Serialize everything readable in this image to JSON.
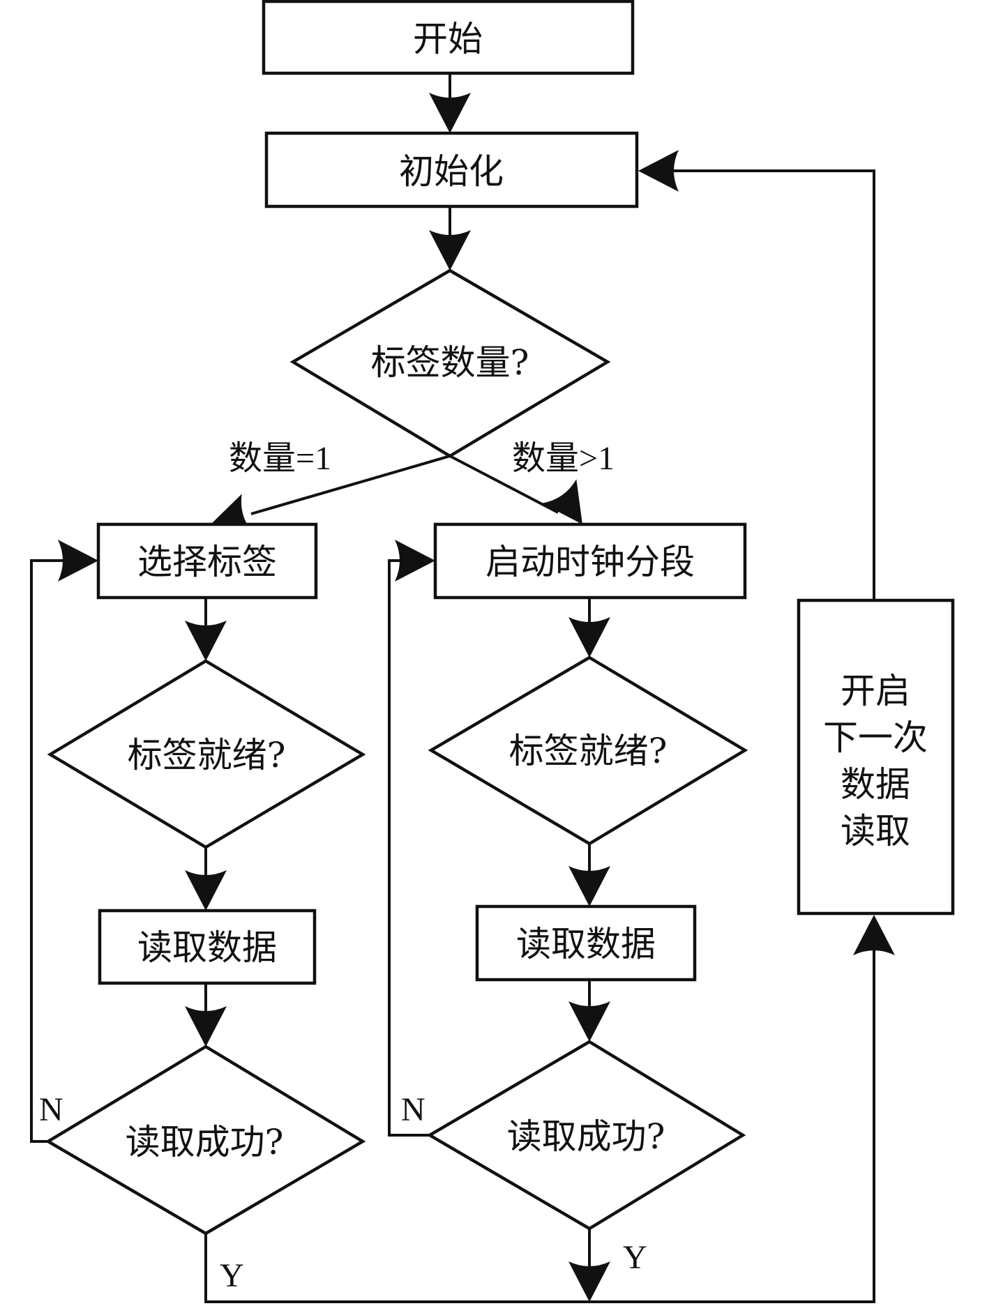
{
  "diagram": {
    "type": "flowchart",
    "colors": {
      "stroke": "#111111",
      "fill": "#ffffff",
      "background": "#ffffff"
    },
    "nodes": {
      "start": {
        "label": "开始",
        "shape": "rect"
      },
      "init": {
        "label": "初始化",
        "shape": "rect"
      },
      "tag_count": {
        "label": "标签数量?",
        "shape": "diamond"
      },
      "select_tag": {
        "label": "选择标签",
        "shape": "rect"
      },
      "start_clock": {
        "label": "启动时钟分段",
        "shape": "rect"
      },
      "tag_ready_left": {
        "label": "标签就绪?",
        "shape": "diamond"
      },
      "tag_ready_right": {
        "label": "标签就绪?",
        "shape": "diamond"
      },
      "read_data_left": {
        "label": "读取数据",
        "shape": "rect"
      },
      "read_data_right": {
        "label": "读取数据",
        "shape": "rect"
      },
      "read_ok_left": {
        "label": "读取成功?",
        "shape": "diamond"
      },
      "read_ok_right": {
        "label": "读取成功?",
        "shape": "diamond"
      },
      "next_read": {
        "lines": [
          "开启",
          "下一次",
          "数据",
          "读取"
        ],
        "shape": "rect"
      }
    },
    "edge_labels": {
      "count_eq_1": "数量=1",
      "count_gt_1": "数量>1",
      "no_left": "N",
      "no_right": "N",
      "yes_left": "Y",
      "yes_right": "Y"
    },
    "edges": [
      {
        "from": "start",
        "to": "init"
      },
      {
        "from": "init",
        "to": "tag_count"
      },
      {
        "from": "tag_count",
        "to": "select_tag",
        "label": "数量=1"
      },
      {
        "from": "tag_count",
        "to": "start_clock",
        "label": "数量>1"
      },
      {
        "from": "select_tag",
        "to": "tag_ready_left"
      },
      {
        "from": "tag_ready_left",
        "to": "read_data_left"
      },
      {
        "from": "read_data_left",
        "to": "read_ok_left"
      },
      {
        "from": "read_ok_left",
        "to": "select_tag",
        "label": "N"
      },
      {
        "from": "read_ok_left",
        "to": "next_read",
        "label": "Y"
      },
      {
        "from": "start_clock",
        "to": "tag_ready_right"
      },
      {
        "from": "tag_ready_right",
        "to": "read_data_right"
      },
      {
        "from": "read_data_right",
        "to": "read_ok_right"
      },
      {
        "from": "read_ok_right",
        "to": "start_clock",
        "label": "N"
      },
      {
        "from": "read_ok_right",
        "to": "next_read",
        "label": "Y"
      },
      {
        "from": "next_read",
        "to": "init"
      }
    ]
  }
}
